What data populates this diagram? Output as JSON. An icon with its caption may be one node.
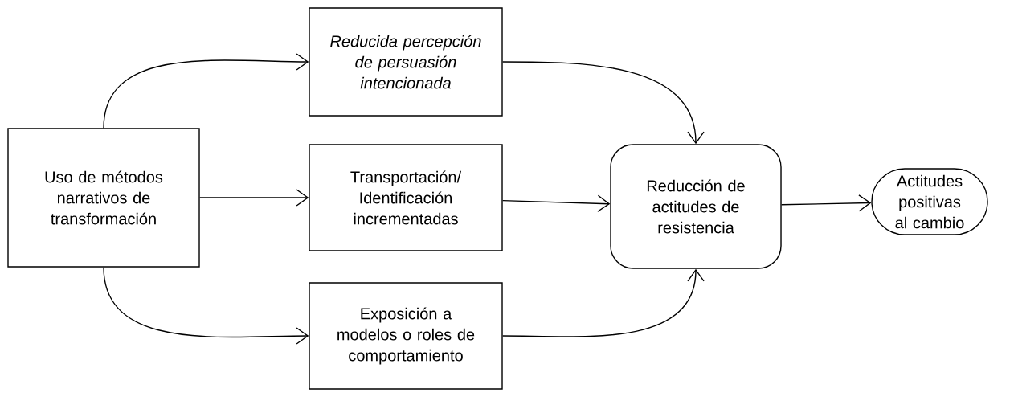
{
  "diagram": {
    "nodes": [
      {
        "text": [
          "Uso de métodos narrativos de transformación"
        ]
      },
      {
        "text": [
          "Reducida percepción de persuasión intencionada"
        ]
      },
      {
        "text": [
          "Transportación/ Identificación incrementadas"
        ]
      },
      {
        "text": [
          "Exposición a modelos o roles de comportamiento"
        ]
      },
      {
        "text": [
          "Reducción de actitudes de resistencia"
        ]
      },
      {
        "text": [
          "Actitudes positivas al cambio"
        ]
      }
    ],
    "edges": [
      {
        "from": 0,
        "to": 1,
        "arrow": "to"
      },
      {
        "from": 0,
        "to": 2,
        "arrow": "to"
      },
      {
        "from": 0,
        "to": 3,
        "arrow": "to"
      },
      {
        "from": 1,
        "to": 4,
        "arrow": "to"
      },
      {
        "from": 2,
        "to": 4,
        "arrow": "to"
      },
      {
        "from": 3,
        "to": 4,
        "arrow": "to"
      },
      {
        "from": 4,
        "to": 5,
        "arrow": "to"
      }
    ]
  }
}
